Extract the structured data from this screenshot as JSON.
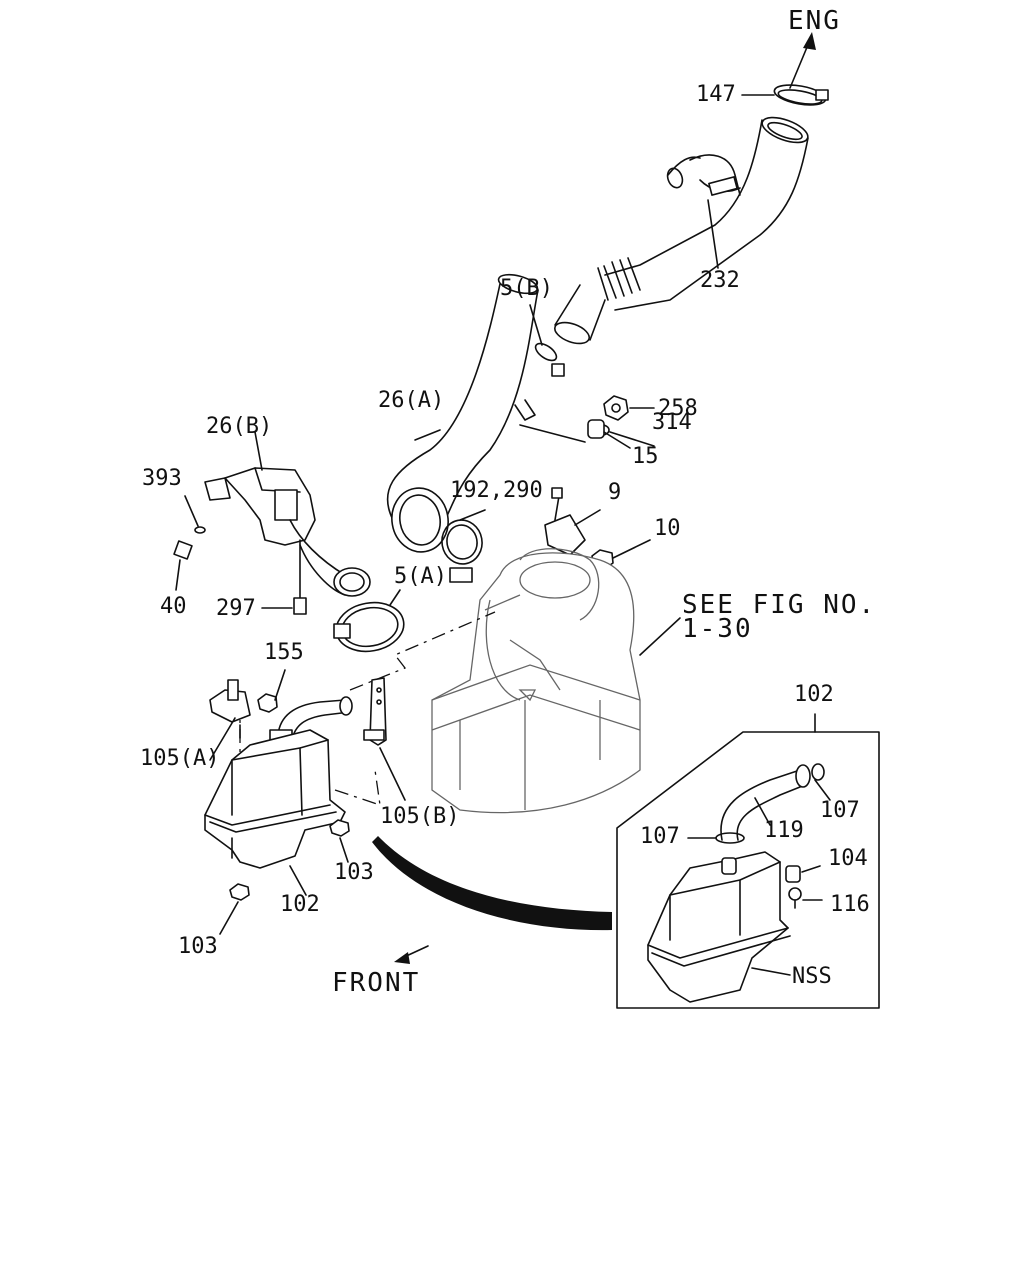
{
  "labels": {
    "eng": "ENG",
    "l147": "147",
    "l232": "232",
    "l5b": "5(B)",
    "l258": "258",
    "l314": "314",
    "l15": "15",
    "l26a": "26(A)",
    "l26b": "26(B)",
    "l192": "192,290",
    "l9": "9",
    "l10": "10",
    "l393": "393",
    "l40": "40",
    "l297": "297",
    "l5a": "5(A)",
    "see_fig": "SEE FIG NO.",
    "fig_no": "1-30",
    "l155": "155",
    "l105a": "105(A)",
    "l105b": "105(B)",
    "l103a": "103",
    "l103b": "103",
    "l102": "102",
    "front": "FRONT",
    "inset_102": "102",
    "inset_107a": "107",
    "inset_107b": "107",
    "inset_119": "119",
    "inset_104": "104",
    "inset_116": "116",
    "inset_nss": "NSS"
  }
}
